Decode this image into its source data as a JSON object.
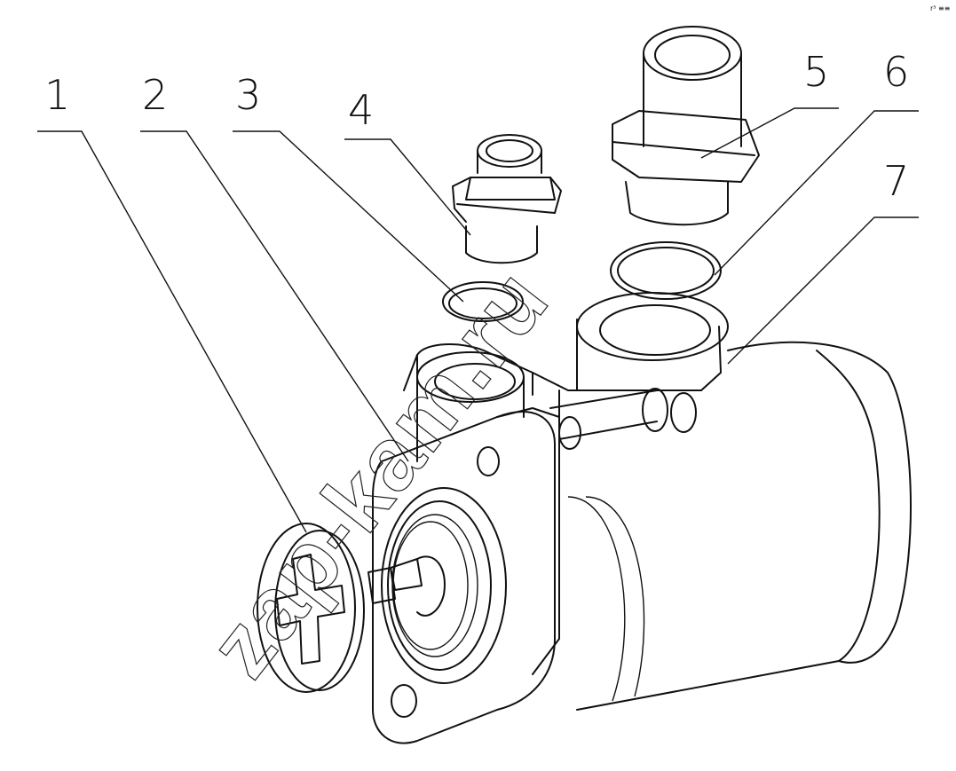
{
  "diagram": {
    "callouts": [
      {
        "id": 1,
        "label": "1"
      },
      {
        "id": 2,
        "label": "2"
      },
      {
        "id": 3,
        "label": "3"
      },
      {
        "id": 4,
        "label": "4"
      },
      {
        "id": 5,
        "label": "5"
      },
      {
        "id": 6,
        "label": "6"
      },
      {
        "id": 7,
        "label": "7"
      }
    ],
    "watermark": "zap-kam.ru",
    "corner_mark": "r³ ≡≡"
  }
}
